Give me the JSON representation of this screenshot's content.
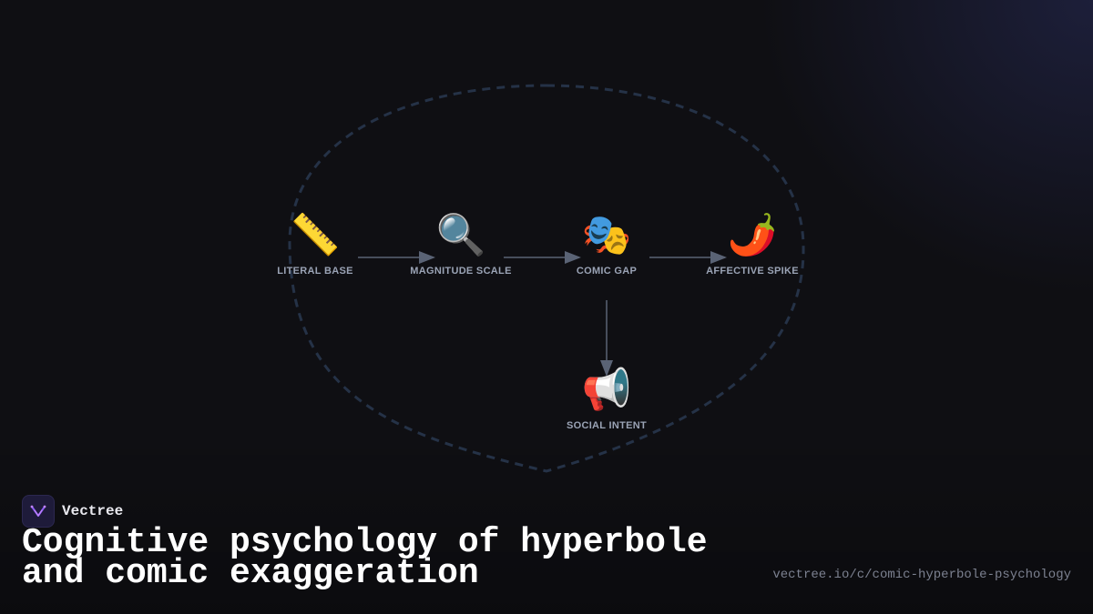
{
  "diagram": {
    "nodes": [
      {
        "id": "literal-base",
        "icon": "ruler-icon",
        "emoji": "📏",
        "label": "LITERAL BASE"
      },
      {
        "id": "magnitude-scale",
        "icon": "magnifying-glass-icon",
        "emoji": "🔍",
        "label": "MAGNITUDE SCALE"
      },
      {
        "id": "comic-gap",
        "icon": "theater-masks-icon",
        "emoji": "🎭",
        "label": "COMIC GAP"
      },
      {
        "id": "affective-spike",
        "icon": "hot-pepper-icon",
        "emoji": "🌶️",
        "label": "AFFECTIVE SPIKE"
      },
      {
        "id": "social-intent",
        "icon": "megaphone-icon",
        "emoji": "📢",
        "label": "SOCIAL INTENT"
      }
    ],
    "edges": [
      {
        "from": "literal-base",
        "to": "magnitude-scale"
      },
      {
        "from": "magnitude-scale",
        "to": "comic-gap"
      },
      {
        "from": "comic-gap",
        "to": "affective-spike"
      },
      {
        "from": "comic-gap",
        "to": "social-intent"
      }
    ]
  },
  "brand": {
    "name": "Vectree",
    "logo_icon": "vectree-logo-icon"
  },
  "title": "Cognitive psychology of hyperbole and comic exaggeration",
  "url": "vectree.io/c/comic-hyperbole-psychology",
  "colors": {
    "background": "#0f0f13",
    "edge": "#5a6375",
    "outline_dashed": "#253247",
    "label": "#9aa3b5",
    "logo_accent": "#8b5cf6"
  }
}
